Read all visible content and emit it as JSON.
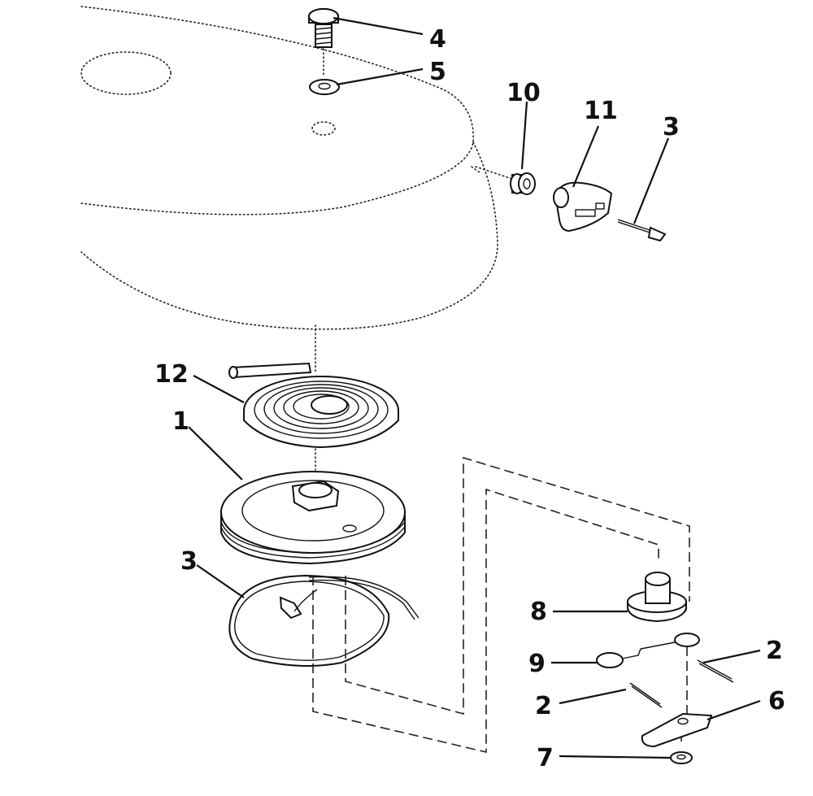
{
  "labels": {
    "l4": "4",
    "l5": "5",
    "l10": "10",
    "l11": "11",
    "l3a": "3",
    "l12": "12",
    "l1": "1",
    "l3b": "3",
    "l8": "8",
    "l9": "9",
    "l2a": "2",
    "l2b": "2",
    "l6": "6",
    "l7": "7"
  }
}
